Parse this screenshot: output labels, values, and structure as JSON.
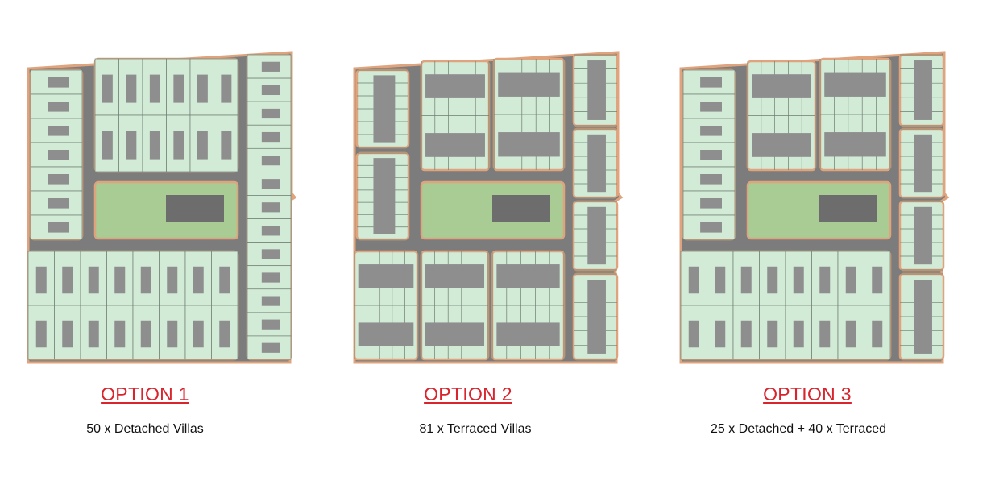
{
  "colors": {
    "title": "#d9232d",
    "road": "#7c7c7c",
    "lot": "#d2ebd6",
    "lot_line": "#6e7d70",
    "boundary": "#dfa47e",
    "park": "#a9cc94",
    "building": "#8e8e8e",
    "clubhouse": "#6d6d6d"
  },
  "options": [
    {
      "title": "OPTION 1",
      "subtitle": "50 x Detached Villas"
    },
    {
      "title": "OPTION 2",
      "subtitle": "81 x Terraced Villas"
    },
    {
      "title": "OPTION 3",
      "subtitle": "25 x Detached  + 40 x Terraced"
    }
  ]
}
